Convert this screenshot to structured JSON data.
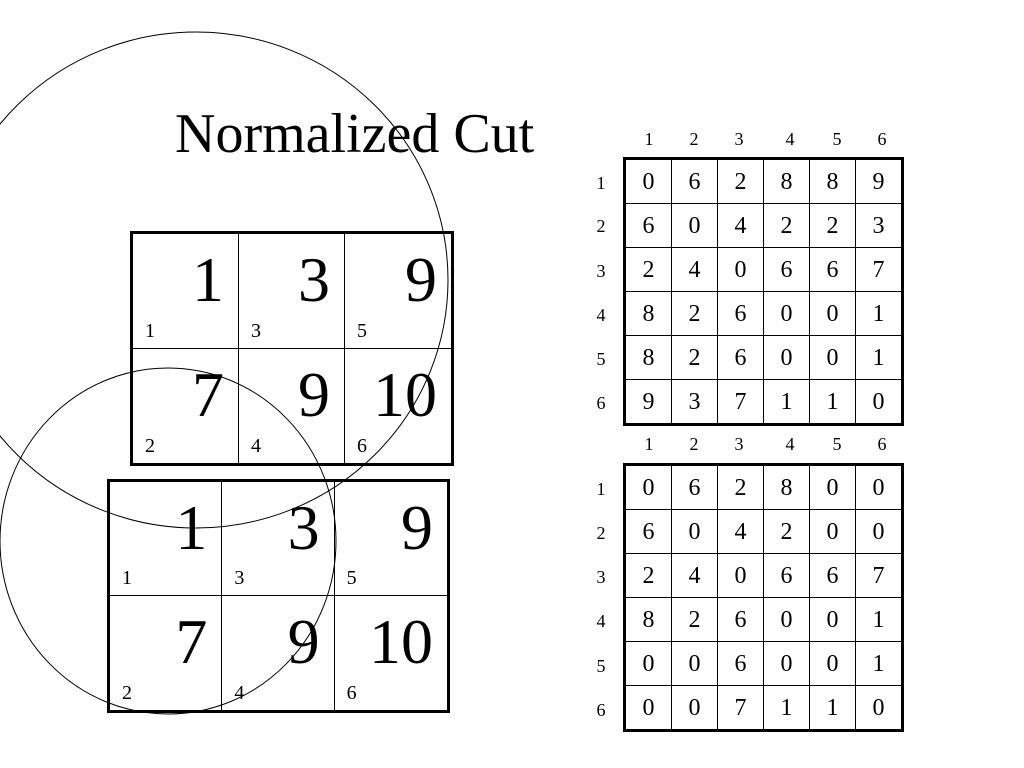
{
  "title": "Normalized Cut",
  "grid_top": {
    "cells": [
      {
        "value": "1",
        "index": "1"
      },
      {
        "value": "3",
        "index": "3"
      },
      {
        "value": "9",
        "index": "5"
      },
      {
        "value": "7",
        "index": "2"
      },
      {
        "value": "9",
        "index": "4"
      },
      {
        "value": "10",
        "index": "6"
      }
    ]
  },
  "grid_bottom": {
    "cells": [
      {
        "value": "1",
        "index": "1"
      },
      {
        "value": "3",
        "index": "3"
      },
      {
        "value": "9",
        "index": "5"
      },
      {
        "value": "7",
        "index": "2"
      },
      {
        "value": "9",
        "index": "4"
      },
      {
        "value": "10",
        "index": "6"
      }
    ]
  },
  "matrix_top": {
    "col_headers": [
      "1",
      "2",
      "3",
      "4",
      "5",
      "6"
    ],
    "row_headers": [
      "1",
      "2",
      "3",
      "4",
      "5",
      "6"
    ],
    "rows": [
      [
        "0",
        "6",
        "2",
        "8",
        "8",
        "9"
      ],
      [
        "6",
        "0",
        "4",
        "2",
        "2",
        "3"
      ],
      [
        "2",
        "4",
        "0",
        "6",
        "6",
        "7"
      ],
      [
        "8",
        "2",
        "6",
        "0",
        "0",
        "1"
      ],
      [
        "8",
        "2",
        "6",
        "0",
        "0",
        "1"
      ],
      [
        "9",
        "3",
        "7",
        "1",
        "1",
        "0"
      ]
    ]
  },
  "matrix_bottom": {
    "col_headers": [
      "1",
      "2",
      "3",
      "4",
      "5",
      "6"
    ],
    "row_headers": [
      "1",
      "2",
      "3",
      "4",
      "5",
      "6"
    ],
    "rows": [
      [
        "0",
        "6",
        "2",
        "8",
        "0",
        "0"
      ],
      [
        "6",
        "0",
        "4",
        "2",
        "0",
        "0"
      ],
      [
        "2",
        "4",
        "0",
        "6",
        "6",
        "7"
      ],
      [
        "8",
        "2",
        "6",
        "0",
        "0",
        "1"
      ],
      [
        "0",
        "0",
        "6",
        "0",
        "0",
        "1"
      ],
      [
        "0",
        "0",
        "7",
        "1",
        "1",
        "0"
      ]
    ]
  }
}
